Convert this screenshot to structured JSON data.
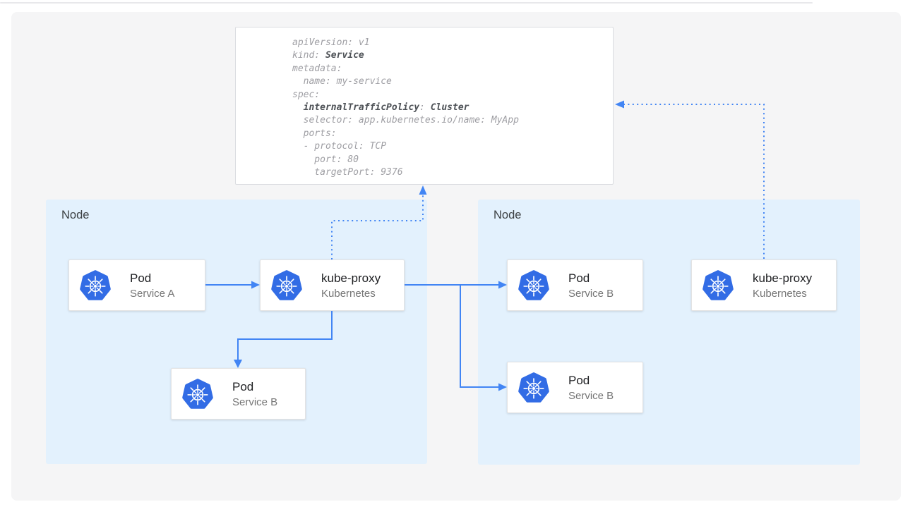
{
  "theme": {
    "accent": "#4285f4",
    "canvas_bg": "#f5f5f6",
    "node_bg": "#e3f1fd",
    "card_bg": "#ffffff",
    "card_border": "#e3e3e3",
    "code_box_border": "#dadce0",
    "code_gray": "#9e9ea3",
    "code_dark": "#4d5156",
    "k8s_blue": "#326ce5",
    "title_color": "#202124",
    "subtitle_color": "#757575",
    "node_label_color": "#3c4043"
  },
  "code_panel": {
    "lines": [
      [
        {
          "t": "apiVersion: v1"
        }
      ],
      [
        {
          "t": "kind: "
        },
        {
          "t": "Service",
          "b": true
        }
      ],
      [
        {
          "t": "metadata:"
        }
      ],
      [
        {
          "t": "  name: my-service"
        }
      ],
      [
        {
          "t": "spec:"
        }
      ],
      [
        {
          "t": "  "
        },
        {
          "t": "internalTrafficPolicy",
          "b": true
        },
        {
          "t": ": "
        },
        {
          "t": "Cluster",
          "b": true
        }
      ],
      [
        {
          "t": "  selector: app.kubernetes.io/name: MyApp"
        }
      ],
      [
        {
          "t": "  ports:"
        }
      ],
      [
        {
          "t": "  - protocol: TCP"
        }
      ],
      [
        {
          "t": "    port: 80"
        }
      ],
      [
        {
          "t": "    targetPort: 9376"
        }
      ]
    ]
  },
  "nodes": {
    "left": {
      "label": "Node"
    },
    "right": {
      "label": "Node"
    }
  },
  "cards": [
    {
      "id": "pod-service-a",
      "title": "Pod",
      "subtitle": "Service A",
      "icon": "kubernetes"
    },
    {
      "id": "kube-proxy-left",
      "title": "kube-proxy",
      "subtitle": "Kubernetes",
      "icon": "kubernetes"
    },
    {
      "id": "pod-service-b-left",
      "title": "Pod",
      "subtitle": "Service B",
      "icon": "kubernetes"
    },
    {
      "id": "pod-service-b-right-top",
      "title": "Pod",
      "subtitle": "Service B",
      "icon": "kubernetes"
    },
    {
      "id": "pod-service-b-right-bottom",
      "title": "Pod",
      "subtitle": "Service B",
      "icon": "kubernetes"
    },
    {
      "id": "kube-proxy-right",
      "title": "kube-proxy",
      "subtitle": "Kubernetes",
      "icon": "kubernetes"
    }
  ],
  "connections": [
    {
      "from": "pod-service-a",
      "to": "kube-proxy-left",
      "style": "solid"
    },
    {
      "from": "kube-proxy-left",
      "to": "pod-service-b-left",
      "style": "solid"
    },
    {
      "from": "kube-proxy-left",
      "to": "pod-service-b-right-top",
      "style": "solid"
    },
    {
      "from": "kube-proxy-left",
      "to": "pod-service-b-right-bottom",
      "style": "solid"
    },
    {
      "from": "kube-proxy-left",
      "to": "service-yaml-panel",
      "style": "dotted"
    },
    {
      "from": "kube-proxy-right",
      "to": "service-yaml-panel",
      "style": "dotted"
    }
  ]
}
